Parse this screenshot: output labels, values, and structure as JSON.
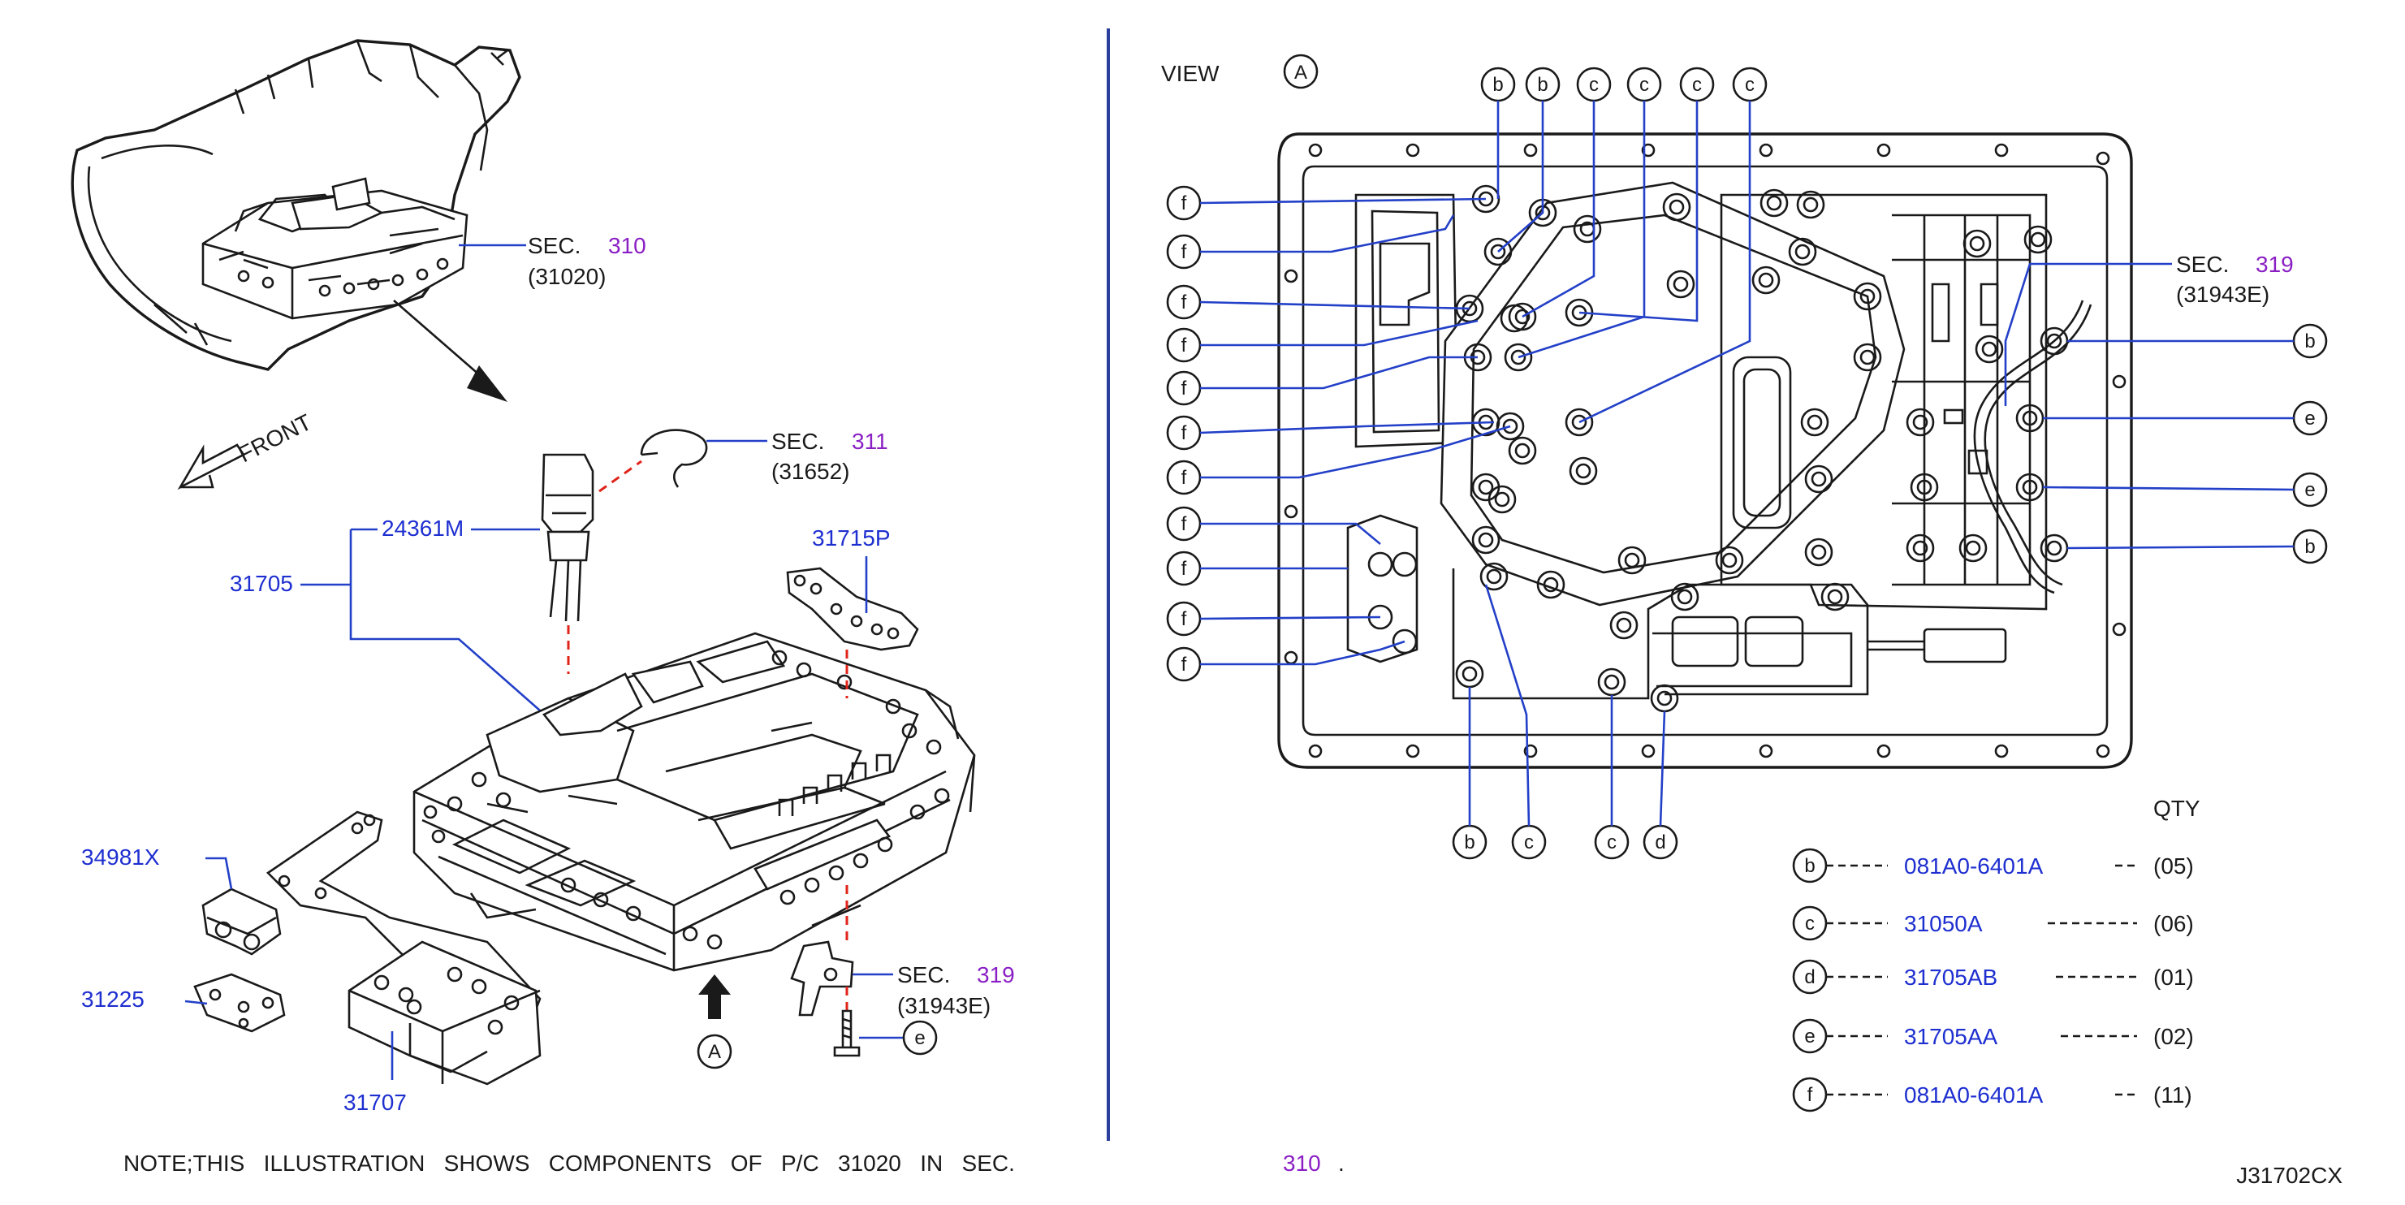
{
  "colors": {
    "part_number": "#1e2fd0",
    "section_ref": "#8a1fc4",
    "outline": "#1a1a1a",
    "leader": "#2340c8",
    "connector_dash": "#e0241a",
    "divider": "#2b3f9e"
  },
  "left_view": {
    "sec310": {
      "word": "SEC.",
      "num": "310",
      "sub": "(31020)"
    },
    "front_label": "FRONT",
    "sec311": {
      "word": "SEC.",
      "num": "311",
      "sub": "(31652)"
    },
    "parts": {
      "p24361m": "24361M",
      "p31705": "31705",
      "p31715p": "31715P",
      "p34981x": "34981X",
      "p31225": "31225",
      "p31707": "31707"
    },
    "sec319": {
      "word": "SEC.",
      "num": "319",
      "sub": "(31943E)"
    },
    "view_marker": "A",
    "bolt_callout": "e"
  },
  "right_view": {
    "view_word": "VIEW",
    "view_marker": "A",
    "top_callouts": [
      "b",
      "b",
      "c",
      "c",
      "c",
      "c"
    ],
    "left_callouts": [
      "f",
      "f",
      "f",
      "f",
      "f",
      "f",
      "f",
      "f",
      "f",
      "f",
      "f"
    ],
    "right_callouts": [
      "b",
      "e",
      "e",
      "b"
    ],
    "bottom_callouts": [
      "b",
      "c",
      "c",
      "d"
    ],
    "sec319": {
      "word": "SEC.",
      "num": "319",
      "sub": "(31943E)"
    }
  },
  "qty_table": {
    "header": "QTY",
    "rows": [
      {
        "letter": "b",
        "part": "081A0-6401A",
        "qty": "(05)"
      },
      {
        "letter": "c",
        "part": "31050A",
        "qty": "(06)"
      },
      {
        "letter": "d",
        "part": "31705AB",
        "qty": "(01)"
      },
      {
        "letter": "e",
        "part": "31705AA",
        "qty": "(02)"
      },
      {
        "letter": "f",
        "part": "081A0-6401A",
        "qty": "(11)"
      }
    ]
  },
  "footer": {
    "note": "NOTE;THIS   ILLUSTRATION   SHOWS   COMPONENTS   OF   P/C   31020   IN   SEC.",
    "note_sec": "310",
    "note_dot": ".",
    "code": "J31702CX"
  }
}
